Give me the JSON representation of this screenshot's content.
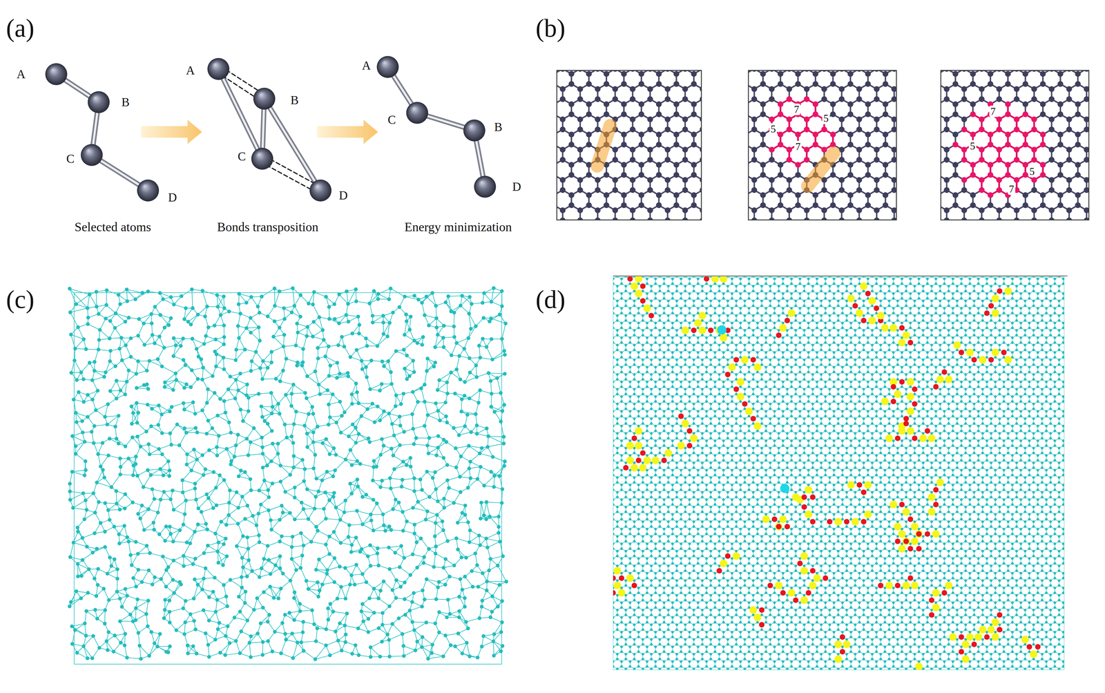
{
  "diagram": {
    "labels": [
      "(a)",
      "A",
      "B",
      "C",
      "D",
      "Selected atoms",
      "A",
      "B",
      "C",
      "D",
      "Bonds transposition",
      "A",
      "C",
      "B",
      "D",
      "Energy minimization",
      "(b)",
      "7",
      "5",
      "5",
      "7",
      "7",
      "5",
      "5",
      "7",
      "(c)",
      "(d)"
    ]
  }
}
